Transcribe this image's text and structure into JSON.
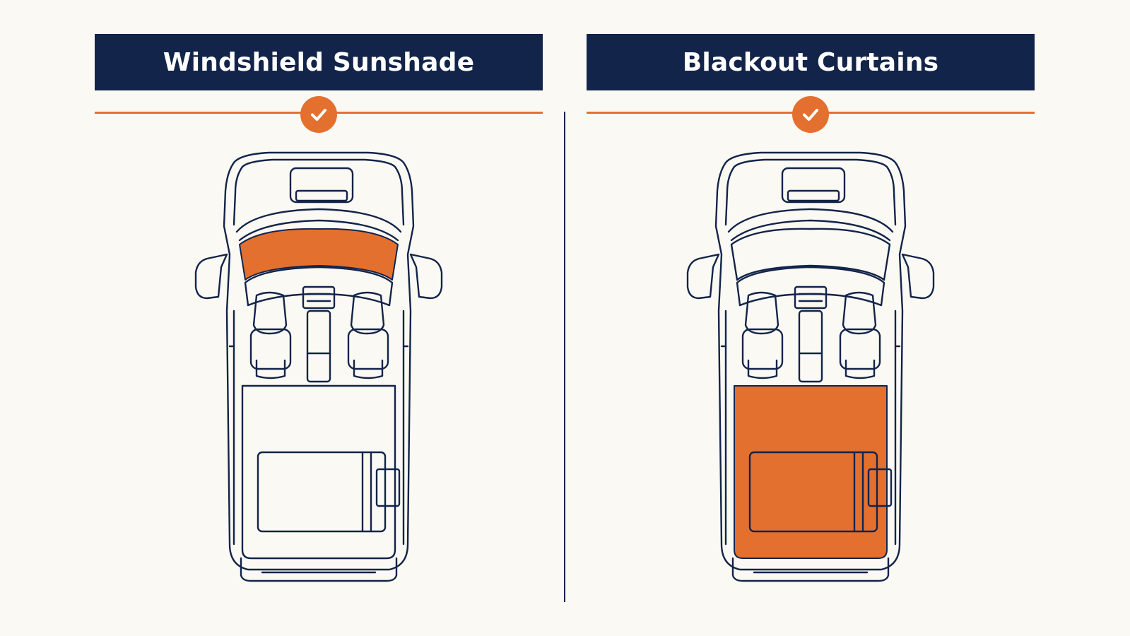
{
  "panels": [
    {
      "title": "Windshield Sunshade",
      "checked": true,
      "highlight": "windshield",
      "check_icon": "checkmark-icon"
    },
    {
      "title": "Blackout Curtains",
      "checked": true,
      "highlight": "rear-cabin",
      "check_icon": "checkmark-icon"
    }
  ],
  "colors": {
    "background": "#fbf9f3",
    "title_bar": "#13244a",
    "accent": "#e4702f",
    "outline": "#13244a"
  }
}
